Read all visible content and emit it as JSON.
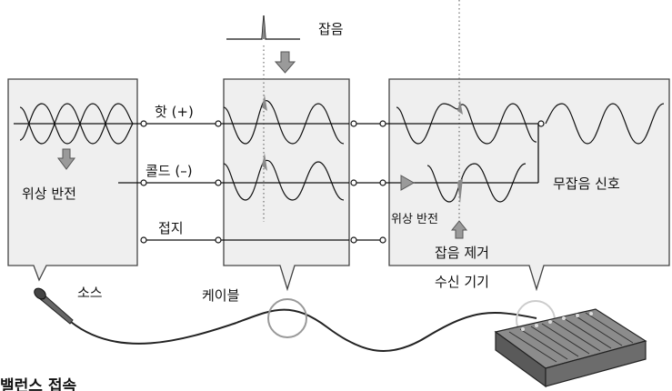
{
  "labels": {
    "noise": "잡음",
    "hot": "핫 (+)",
    "cold": "콜드 (–)",
    "ground": "접지",
    "phase_invert_left": "위상 반전",
    "phase_invert_right": "위상 반전",
    "noise_free_signal": "무잡음 신호",
    "noise_removal": "잡음 제거",
    "source": "소스",
    "cable": "케이블",
    "receiver": "수신 기기",
    "footer": "밸런스 접속"
  },
  "colors": {
    "panel_fill": "#efefef",
    "panel_stroke": "#444444",
    "arrow_fill": "#9a9a9a",
    "wire": "#111111"
  }
}
